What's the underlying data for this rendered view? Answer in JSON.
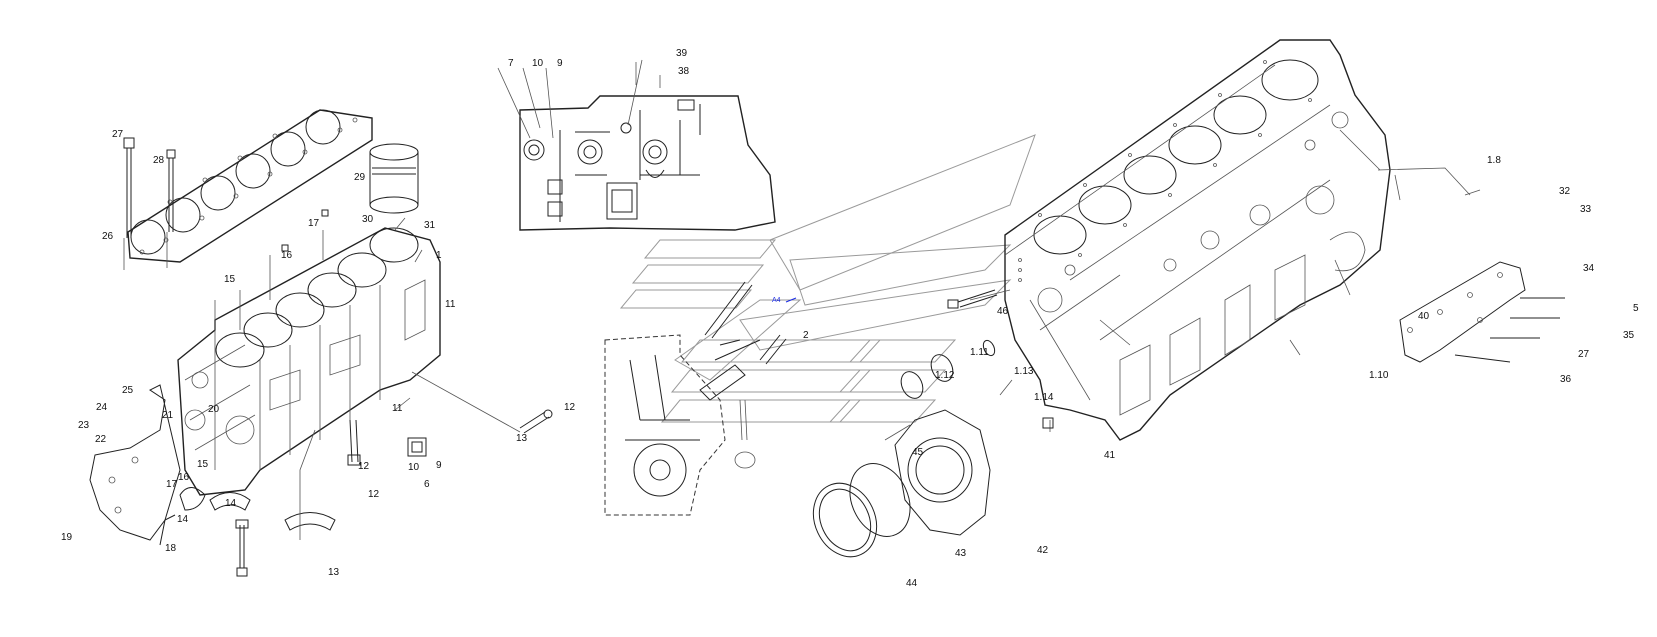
{
  "labels": {
    "left": [
      "27",
      "28",
      "29",
      "26",
      "30",
      "31",
      "17",
      "16",
      "15",
      "1",
      "11",
      "11",
      "12",
      "13",
      "12",
      "9",
      "10",
      "6",
      "25",
      "21",
      "24",
      "22",
      "23",
      "20",
      "17",
      "16",
      "15",
      "14",
      "14",
      "18",
      "19",
      "12",
      "13"
    ],
    "inset": [
      "7",
      "10",
      "9",
      "39",
      "38"
    ],
    "center": [
      "2"
    ],
    "right": [
      "1.8",
      "32",
      "33",
      "34",
      "5",
      "35",
      "27",
      "36",
      "40",
      "46",
      "1.11",
      "1.12",
      "1.13",
      "1.14",
      "45",
      "1.10",
      "41",
      "42",
      "43",
      "44"
    ]
  },
  "colors": {
    "line": "#222222",
    "watermark": "#9a9a9a",
    "mark": "#1a2be6"
  }
}
